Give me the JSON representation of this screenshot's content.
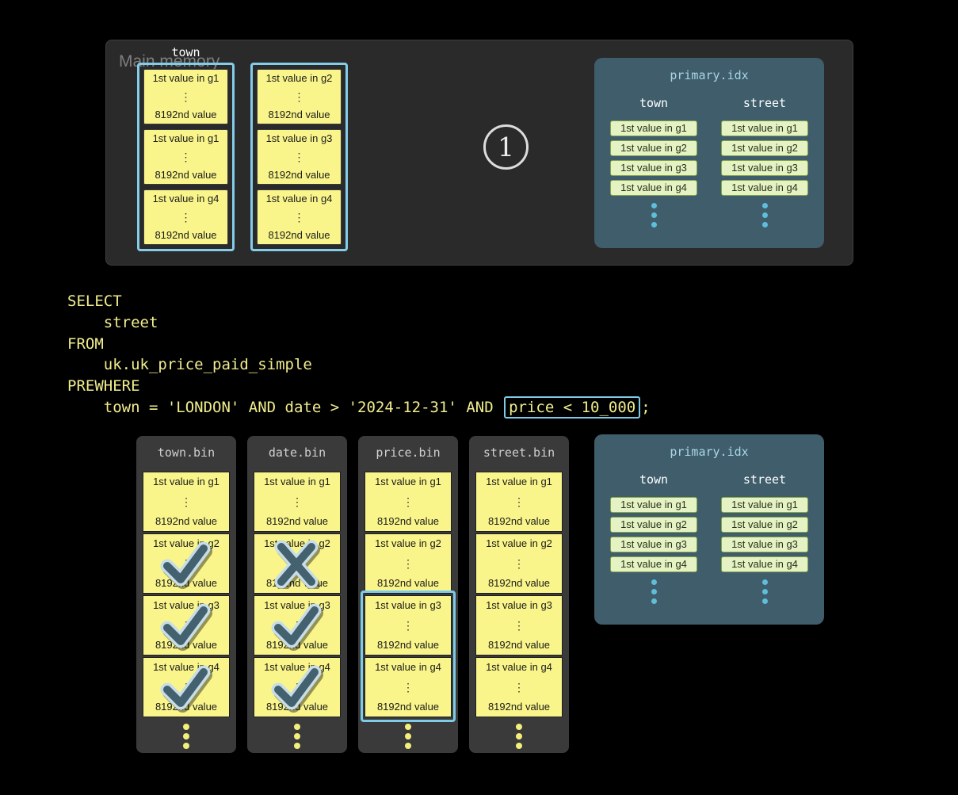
{
  "colors": {
    "background": "#000000",
    "memory_panel": "#2a2a2a",
    "bin_panel": "#3a3a3a",
    "granule_yellow": "#f9f58a",
    "highlight_blue": "#7ecbe8",
    "index_panel": "#3f5d6b",
    "index_title": "#a9d6e5",
    "index_chip": "#e5f2c3",
    "index_chip_border": "#85a44b",
    "sql_text": "#f1ed8e",
    "mark_dark": "#44616f",
    "mark_outline": "#c7dde8"
  },
  "main_memory": {
    "label": "Main memory",
    "column_label": "town",
    "step_badge": "1",
    "groups": [
      {
        "granules": [
          {
            "top": "1st value in g1",
            "bottom": "8192nd value"
          },
          {
            "top": "1st value in g1",
            "bottom": "8192nd value"
          },
          {
            "top": "1st value in g4",
            "bottom": "8192nd value"
          }
        ]
      },
      {
        "granules": [
          {
            "top": "1st value in g2",
            "bottom": "8192nd value"
          },
          {
            "top": "1st value in g3",
            "bottom": "8192nd value"
          },
          {
            "top": "1st value in g4",
            "bottom": "8192nd value"
          }
        ]
      }
    ]
  },
  "primary_index": {
    "title": "primary.idx",
    "columns": [
      {
        "header": "town",
        "entries": [
          "1st value in g1",
          "1st value in g2",
          "1st value in g3",
          "1st value in g4"
        ]
      },
      {
        "header": "street",
        "entries": [
          "1st value in g1",
          "1st value in g2",
          "1st value in g3",
          "1st value in g4"
        ]
      }
    ]
  },
  "sql": {
    "lines": [
      {
        "text": "SELECT"
      },
      {
        "text": "    street"
      },
      {
        "text": "FROM"
      },
      {
        "text": "    uk.uk_price_paid_simple"
      },
      {
        "text": "PREWHERE"
      },
      {
        "prefix": "    town = 'LONDON' AND date > '2024-12-31' AND ",
        "highlight": "price < 10_000",
        "suffix": ";"
      }
    ]
  },
  "bins": [
    {
      "title": "town.bin",
      "granules": [
        {
          "top": "1st value in g1",
          "bottom": "8192nd value",
          "mark": null
        },
        {
          "top": "1st value in g2",
          "bottom": "8192nd value",
          "mark": "check"
        },
        {
          "top": "1st value in g3",
          "bottom": "8192nd value",
          "mark": "check"
        },
        {
          "top": "1st value in g4",
          "bottom": "8192nd value",
          "mark": "check"
        }
      ]
    },
    {
      "title": "date.bin",
      "granules": [
        {
          "top": "1st value in g1",
          "bottom": "8192nd value",
          "mark": null
        },
        {
          "top": "1st value in g2",
          "bottom": "8192nd value",
          "mark": "cross"
        },
        {
          "top": "1st value in g3",
          "bottom": "8192nd value",
          "mark": "check"
        },
        {
          "top": "1st value in g4",
          "bottom": "8192nd value",
          "mark": "check"
        }
      ]
    },
    {
      "title": "price.bin",
      "granules": [
        {
          "top": "1st value in g1",
          "bottom": "8192nd value",
          "mark": null
        },
        {
          "top": "1st value in g2",
          "bottom": "8192nd value",
          "mark": null
        },
        {
          "top": "1st value in g3",
          "bottom": "8192nd value",
          "mark": null
        },
        {
          "top": "1st value in g4",
          "bottom": "8192nd value",
          "mark": null
        }
      ],
      "selection": {
        "from": 2,
        "to": 3
      }
    },
    {
      "title": "street.bin",
      "granules": [
        {
          "top": "1st value in g1",
          "bottom": "8192nd value",
          "mark": null
        },
        {
          "top": "1st value in g2",
          "bottom": "8192nd value",
          "mark": null
        },
        {
          "top": "1st value in g3",
          "bottom": "8192nd value",
          "mark": null
        },
        {
          "top": "1st value in g4",
          "bottom": "8192nd value",
          "mark": null
        }
      ]
    }
  ]
}
